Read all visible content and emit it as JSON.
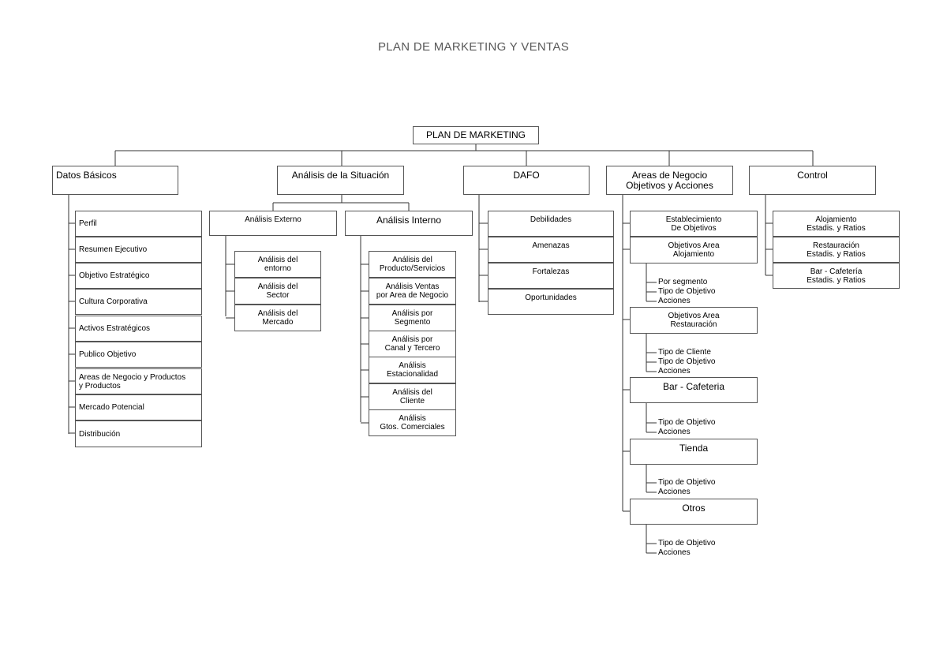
{
  "page_title": "PLAN DE MARKETING Y VENTAS",
  "root": "PLAN DE MARKETING",
  "datos_basicos": {
    "label": "Datos Básicos",
    "items": [
      "Perfil",
      "Resumen Ejecutivo",
      "Objetivo Estratégico",
      "Cultura Corporativa",
      "Activos Estratégicos",
      "Publico Objetivo",
      "Areas de Negocio y Productos\ny Productos",
      "Mercado Potencial",
      "Distribución"
    ]
  },
  "analisis": {
    "label": "Análisis de la Situación",
    "externo": {
      "label": "Análisis Externo",
      "items": [
        "Análisis del\nentorno",
        "Análisis del\nSector",
        "Análisis del\nMercado"
      ]
    },
    "interno": {
      "label": "Análisis Interno",
      "items": [
        "Análisis del\nProducto/Servicios",
        "Análisis Ventas\npor Area de Negocio",
        "Análisis por\nSegmento",
        "Análisis por\nCanal y Tercero",
        "Análisis\nEstacionalidad",
        "Análisis del\nCliente",
        "Análisis\nGtos. Comerciales"
      ]
    }
  },
  "dafo": {
    "label": "DAFO",
    "items": [
      "Debilidades",
      "Amenazas",
      "Fortalezas",
      "Oportunidades"
    ]
  },
  "areas": {
    "label": "Areas de Negocio\nObjetivos y Acciones",
    "establecimiento": "Establecimiento\nDe Objetivos",
    "groups": [
      {
        "label": "Objetivos Area\nAlojamiento",
        "sub": [
          "Por segmento",
          "Tipo de Objetivo",
          "Acciones"
        ]
      },
      {
        "label": "Objetivos Area\nRestauración",
        "sub": [
          "Tipo de Cliente",
          "Tipo de Objetivo",
          "Acciones"
        ]
      },
      {
        "label": "Bar - Cafeteria",
        "sub": [
          "Tipo de Objetivo",
          "Acciones"
        ]
      },
      {
        "label": "Tienda",
        "sub": [
          "Tipo de Objetivo",
          "Acciones"
        ]
      },
      {
        "label": "Otros",
        "sub": [
          "Tipo de Objetivo",
          "Acciones"
        ]
      }
    ]
  },
  "control": {
    "label": "Control",
    "items": [
      "Alojamiento\nEstadis. y Ratios",
      "Restauración\nEstadis. y Ratios",
      "Bar - Cafetería\nEstadis. y Ratios"
    ]
  }
}
